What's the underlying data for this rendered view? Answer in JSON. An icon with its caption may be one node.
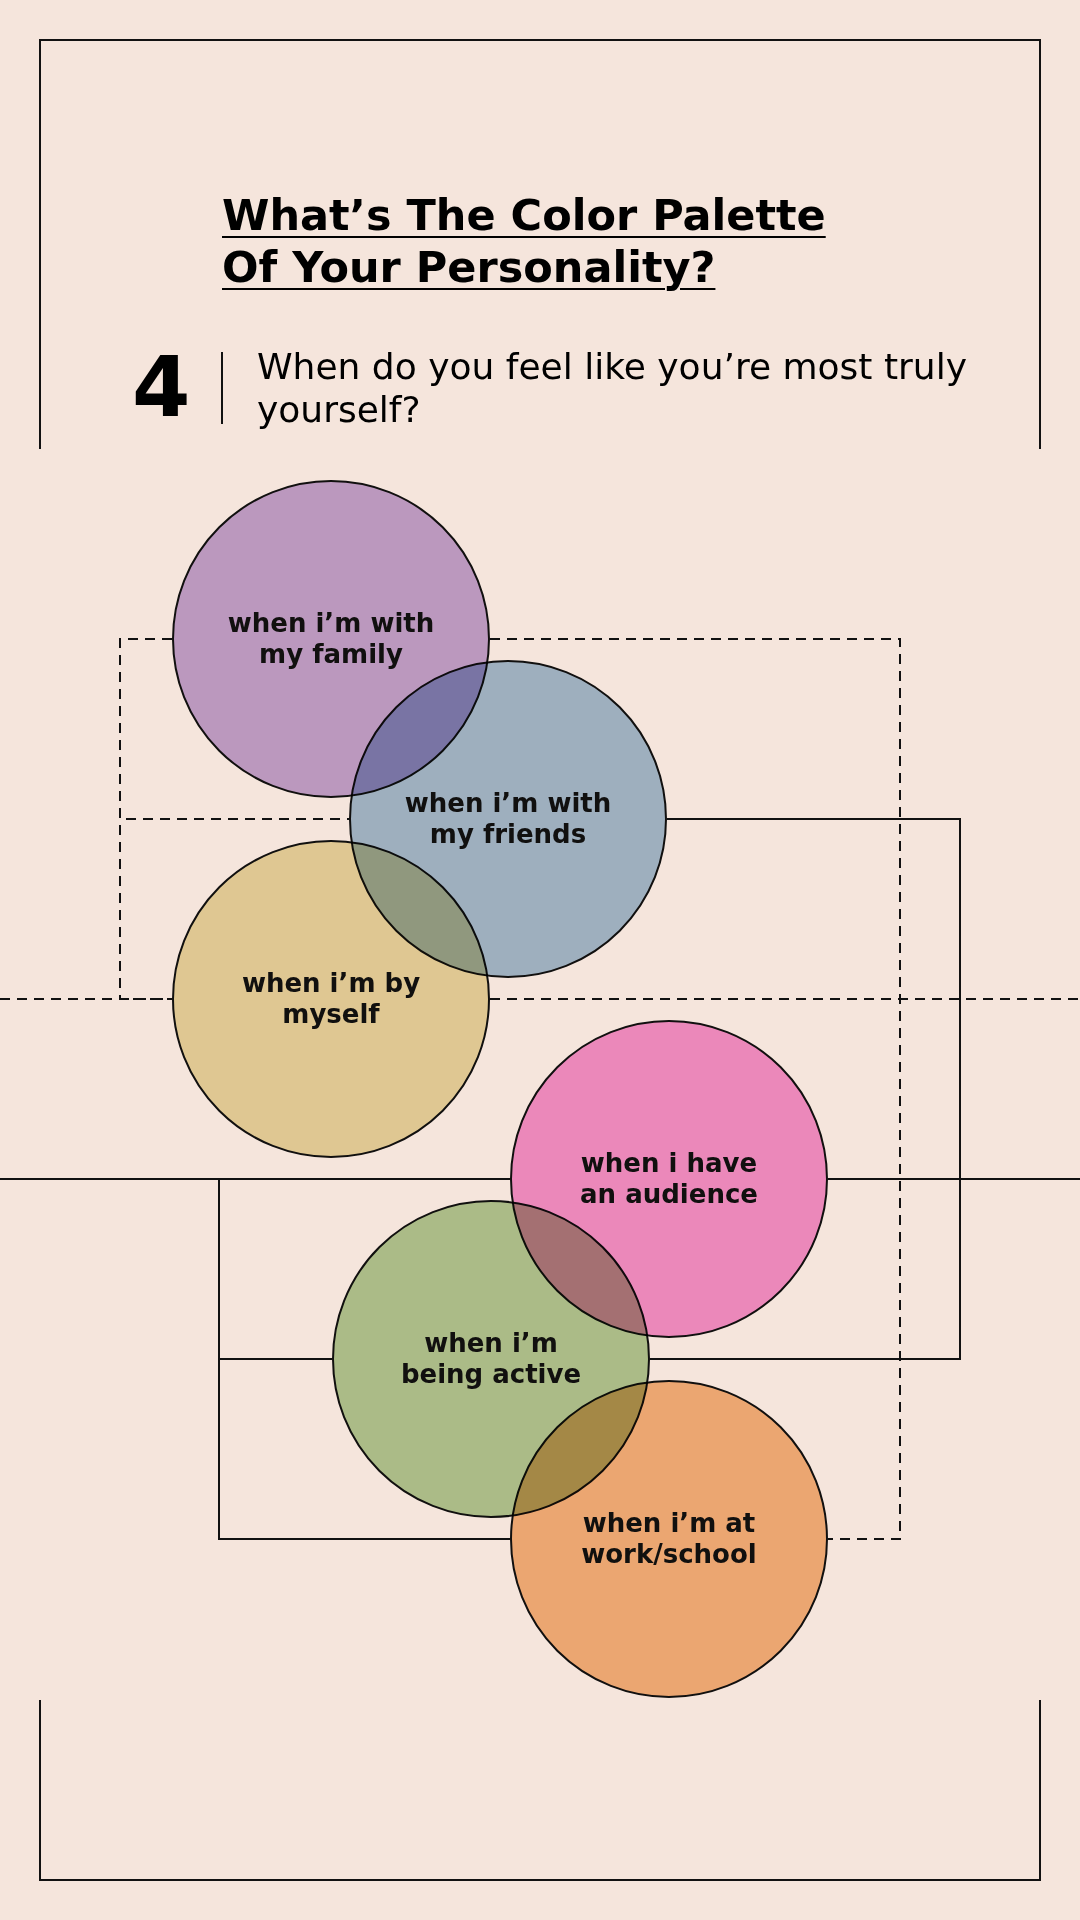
{
  "diagram": {
    "title": "What’s The Color Palette Of Your Personality?",
    "nodes": [
      {
        "text": [
          "when i’m with my family"
        ]
      },
      {
        "text": [
          "when i’m with my friends"
        ]
      },
      {
        "text": [
          "when i’m by myself"
        ]
      },
      {
        "text": [
          "when i have an audience"
        ]
      },
      {
        "text": [
          "when i’m being active"
        ]
      },
      {
        "text": [
          "when i’m at work/school"
        ]
      }
    ],
    "edges": [
      {
        "from": 0,
        "to": 1,
        "arrow": "none",
        "style": "dashed"
      },
      {
        "from": 0,
        "to": 2,
        "arrow": "none",
        "style": "dashed"
      },
      {
        "from": 0,
        "to": 5,
        "arrow": "none",
        "style": "dashed"
      },
      {
        "from": 1,
        "to": 4,
        "arrow": "none"
      },
      {
        "from": 3,
        "to": 4,
        "arrow": "none"
      },
      {
        "from": 3,
        "to": 5,
        "arrow": "none"
      }
    ],
    "labels": [
      "4",
      "When do you feel like you’re most truly yourself?"
    ]
  }
}
